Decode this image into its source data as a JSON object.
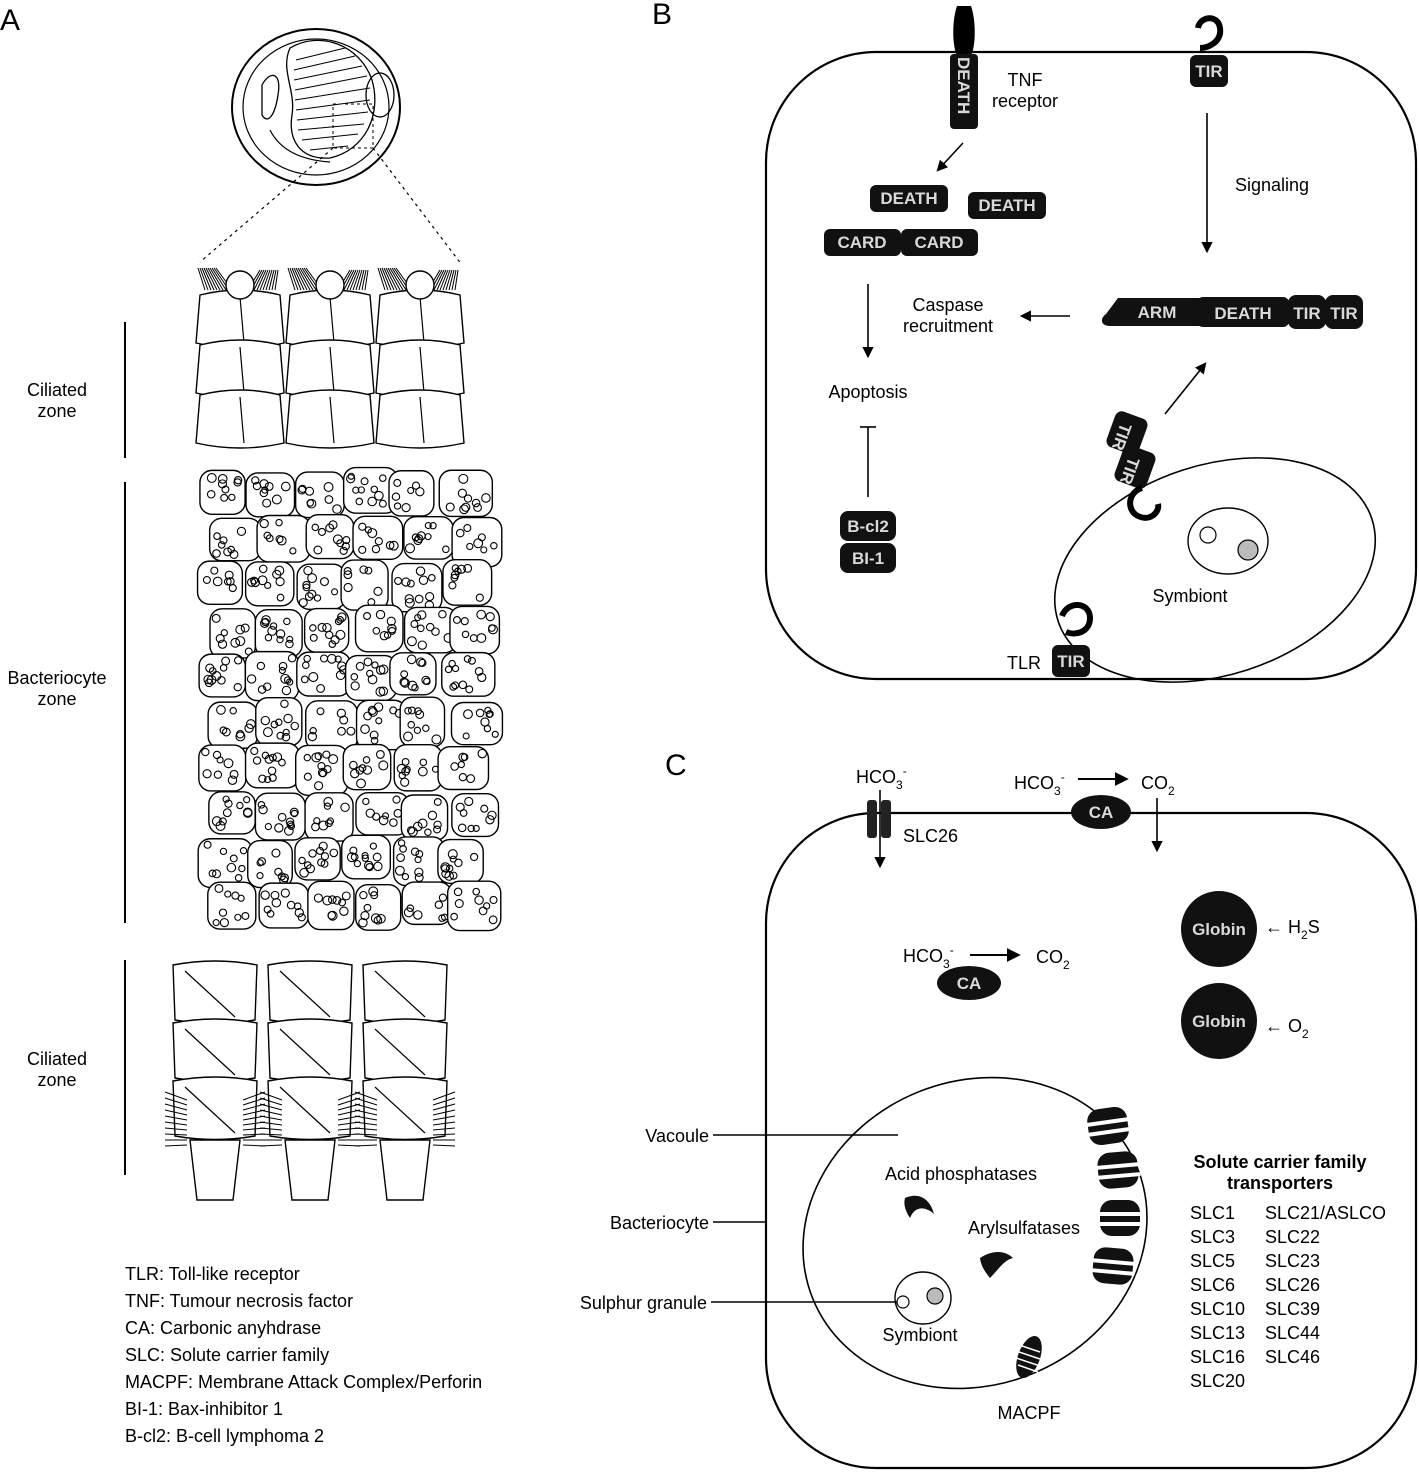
{
  "panels": {
    "a": "A",
    "b": "B",
    "c": "C"
  },
  "panel_a": {
    "zones": {
      "ciliated_top": [
        "Ciliated",
        "zone"
      ],
      "bacteriocyte": [
        "Bacteriocyte",
        "zone"
      ],
      "ciliated_bottom": [
        "Ciliated",
        "zone"
      ]
    },
    "legend": [
      "TLR: Toll-like receptor",
      "TNF: Tumour necrosis factor",
      "CA: Carbonic anyhdrase",
      "SLC: Solute carrier family",
      "MACPF: Membrane Attack Complex/Perforin",
      "BI-1: Bax-inhibitor 1",
      "B-cl2: B-cell lymphoma 2"
    ]
  },
  "panel_b": {
    "tnf_receptor": [
      "TNF",
      "receptor"
    ],
    "death": "DEATH",
    "card": "CARD",
    "tir": "TIR",
    "arm": "ARM",
    "signaling": "Signaling",
    "caspase": [
      "Caspase",
      "recruitment"
    ],
    "apoptosis": "Apoptosis",
    "bcl2": "B-cl2",
    "bi1": "BI-1",
    "symbiont": "Symbiont",
    "tlr": "TLR"
  },
  "panel_c": {
    "hco3": "HCO",
    "hco3_sub": "3",
    "hco3_sup": "-",
    "co2": "CO",
    "co2_sub": "2",
    "slc26": "SLC26",
    "ca": "CA",
    "globin": "Globin",
    "h2s": "H",
    "h2s_sub": "2",
    "h2s_tail": "S",
    "o2": "O",
    "o2_sub": "2",
    "vacoule": "Vacoule",
    "bacteriocyte": "Bacteriocyte",
    "sulphur": "Sulphur granule",
    "acid_phosphatases": "Acid phosphatases",
    "arylsulfatases": "Arylsulfatases",
    "symbiont": "Symbiont",
    "macpf": "MACPF",
    "slc_title": [
      "Solute carrier family",
      "transporters"
    ],
    "slc_col1": [
      "SLC1",
      "SLC3",
      "SLC5",
      "SLC6",
      "SLC10",
      "SLC13",
      "SLC16",
      "SLC20"
    ],
    "slc_col2": [
      "SLC21/ASLCO",
      "SLC22",
      "SLC23",
      "SLC26",
      "SLC39",
      "SLC44",
      "SLC46"
    ]
  }
}
